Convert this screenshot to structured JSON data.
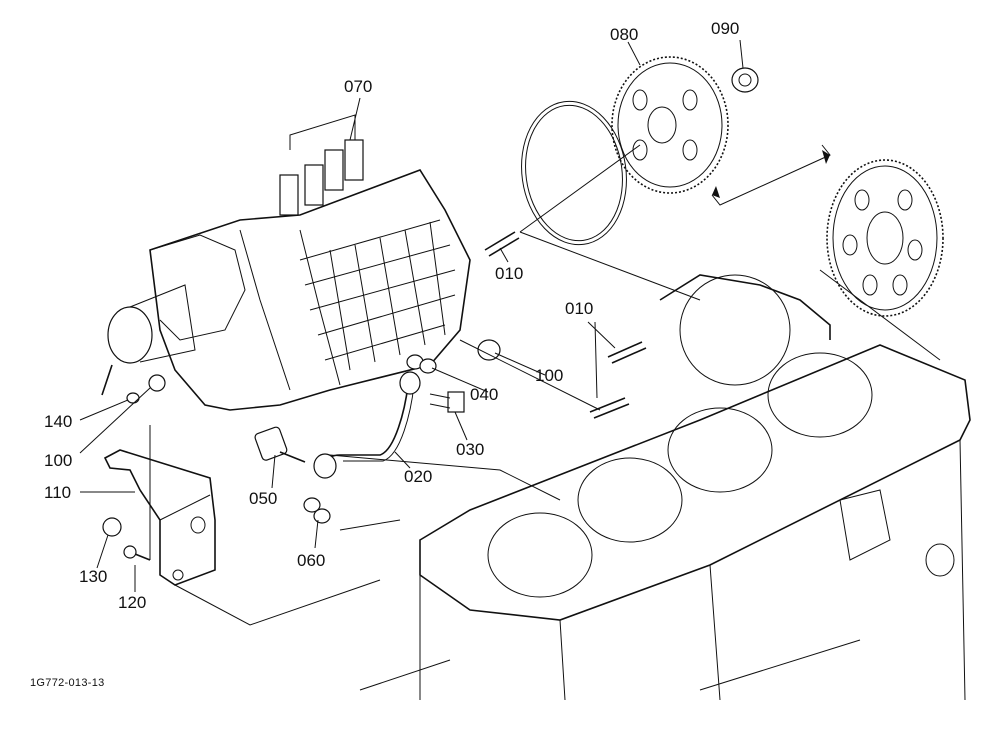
{
  "figure_id": "1G772-013-13",
  "callouts": {
    "p070": "070",
    "p080": "080",
    "p090": "090",
    "p010a": "010",
    "p010b": "010",
    "p100a": "100",
    "p040": "040",
    "p030": "030",
    "p020": "020",
    "p050": "050",
    "p060": "060",
    "p140": "140",
    "p100b": "100",
    "p110": "110",
    "p130": "130",
    "p120": "120"
  }
}
